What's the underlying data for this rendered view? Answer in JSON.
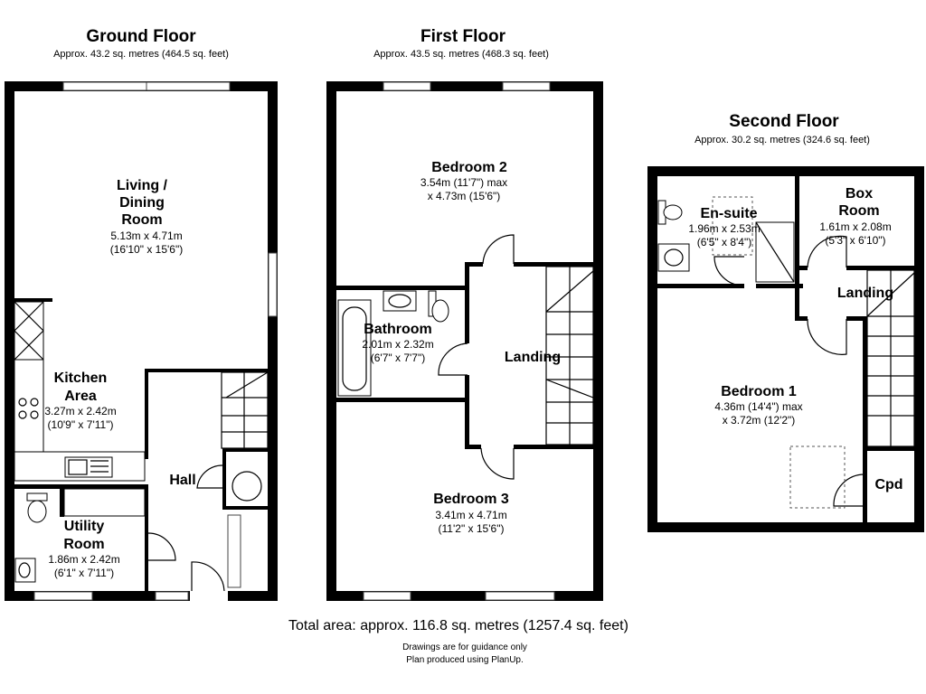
{
  "floors": {
    "ground": {
      "title": "Ground Floor",
      "area": "Approx. 43.2 sq. metres (464.5 sq. feet)"
    },
    "first": {
      "title": "First Floor",
      "area": "Approx. 43.5 sq. metres (468.3 sq. feet)"
    },
    "second": {
      "title": "Second Floor",
      "area": "Approx. 30.2 sq. metres (324.6 sq. feet)"
    }
  },
  "rooms": {
    "living": {
      "name": [
        "Living /",
        "Dining",
        "Room"
      ],
      "dims": [
        "5.13m x 4.71m",
        "(16'10\" x 15'6\")"
      ]
    },
    "kitchen": {
      "name": [
        "Kitchen",
        "Area"
      ],
      "dims": [
        "3.27m x 2.42m",
        "(10'9\" x 7'11\")"
      ]
    },
    "utility": {
      "name": [
        "Utility",
        "Room"
      ],
      "dims": [
        "1.86m x 2.42m",
        "(6'1\" x 7'11\")"
      ]
    },
    "hall": {
      "name": [
        "Hall"
      ]
    },
    "bedroom2": {
      "name": [
        "Bedroom 2"
      ],
      "dims": [
        "3.54m (11'7\") max",
        "x 4.73m (15'6\")"
      ]
    },
    "bathroom": {
      "name": [
        "Bathroom"
      ],
      "dims": [
        "2.01m x 2.32m",
        "(6'7\" x 7'7\")"
      ]
    },
    "landing1": {
      "name": [
        "Landing"
      ]
    },
    "bedroom3": {
      "name": [
        "Bedroom 3"
      ],
      "dims": [
        "3.41m x 4.71m",
        "(11'2\" x 15'6\")"
      ]
    },
    "ensuite": {
      "name": [
        "En-suite"
      ],
      "dims": [
        "1.96m x 2.53m",
        "(6'5\" x 8'4\")"
      ]
    },
    "boxroom": {
      "name": [
        "Box",
        "Room"
      ],
      "dims": [
        "1.61m x 2.08m",
        "(5'3\" x 6'10\")"
      ]
    },
    "landing2": {
      "name": [
        "Landing"
      ]
    },
    "bedroom1": {
      "name": [
        "Bedroom 1"
      ],
      "dims": [
        "4.36m (14'4\") max",
        "x 3.72m (12'2\")"
      ]
    },
    "cpd": {
      "name": [
        "Cpd"
      ]
    }
  },
  "footer": {
    "total": "Total area: approx. 116.8 sq. metres (1257.4 sq. feet)",
    "note1": "Drawings are for guidance only",
    "note2": "Plan produced using PlanUp."
  }
}
